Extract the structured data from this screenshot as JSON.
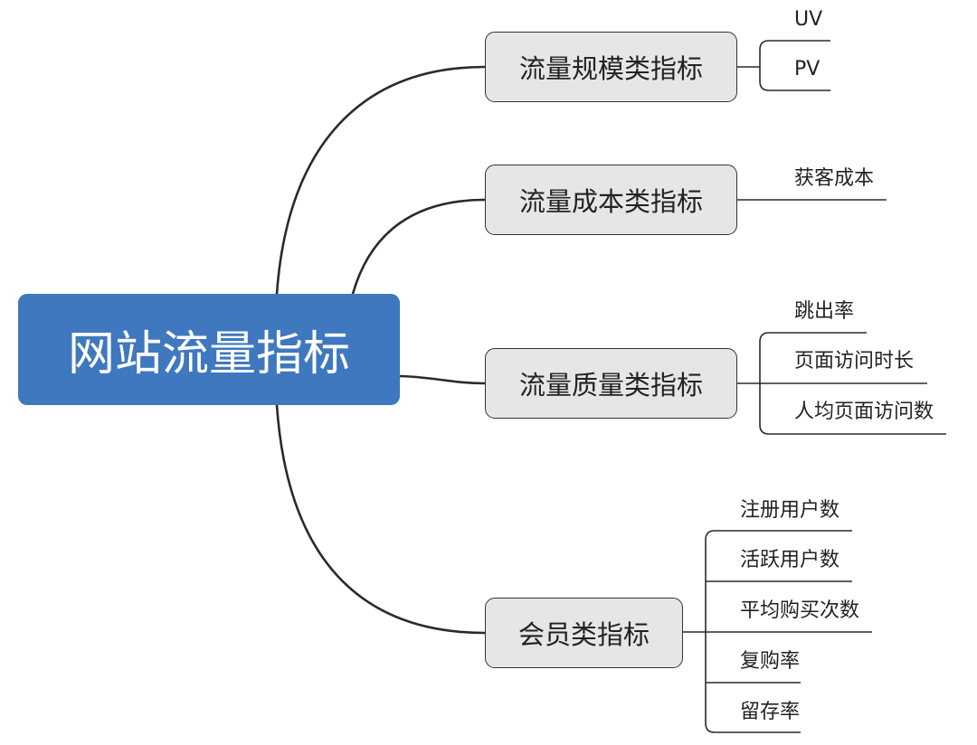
{
  "central": {
    "label": "网站流量指标"
  },
  "branches": [
    {
      "label": "流量规模类指标",
      "leaves": [
        "UV",
        "PV"
      ]
    },
    {
      "label": "流量成本类指标",
      "leaves": [
        "获客成本"
      ]
    },
    {
      "label": "流量质量类指标",
      "leaves": [
        "跳出率",
        "页面访问时长",
        "人均页面访问数"
      ]
    },
    {
      "label": "会员类指标",
      "leaves": [
        "注册用户数",
        "活跃用户数",
        "平均购买次数",
        "复购率",
        "留存率"
      ]
    }
  ],
  "colors": {
    "central_fill": "#3F78BE",
    "central_text": "#FFFFFF",
    "branch_fill": "#E6E6E6",
    "branch_border": "#333333",
    "line": "#2A2A2A"
  }
}
